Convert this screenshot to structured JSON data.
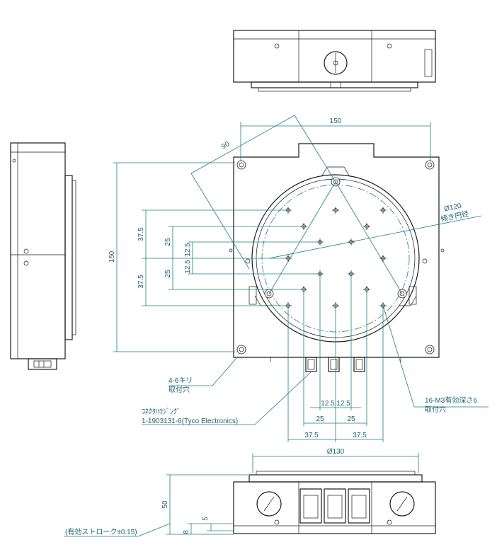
{
  "dimensions": {
    "width_150": "150",
    "height_150": "150",
    "angle_90": "90",
    "dia_120": "Ø120",
    "dia_120_sub": "傾き円径",
    "v_37_5_top": "37.5",
    "v_25_top": "25",
    "v_12_5_top": "12.5",
    "v_12_5_bot": "12.5",
    "v_25_bot": "25",
    "v_37_5_bot": "37.5",
    "h_12_5_left": "12.5",
    "h_12_5_right": "12.5",
    "h_25_left": "25",
    "h_25_right": "25",
    "h_37_5_left": "37.5",
    "h_37_5_right": "37.5",
    "dia_130": "Ø130",
    "height_50": "50",
    "v_5": "5",
    "v_8": "8"
  },
  "notes": {
    "mount_holes_l1": "4-6キリ",
    "mount_holes_l2": "取付穴",
    "connector_l1": "ｺﾈｸﾀﾊｳｼﾞﾝｸﾞ",
    "connector_l2": "1-1903131-6(Tyco Electronics)",
    "tapped_l1": "16-M3有効深さ6",
    "tapped_l2": "取付穴",
    "stroke_note": "(有効ストローク±0.15)"
  },
  "colors": {
    "outline": "#1a1a1a",
    "dimension": "#1d7f80"
  }
}
